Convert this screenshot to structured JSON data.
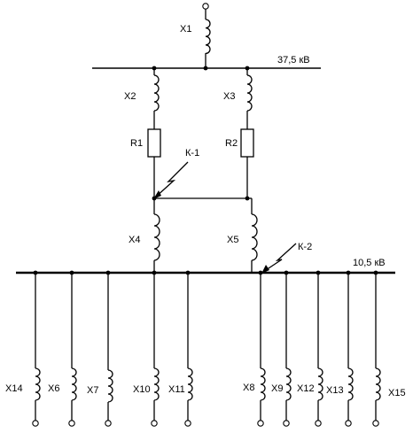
{
  "buses": {
    "hv": "37,5 кВ",
    "lv": "10,5 кВ"
  },
  "reactances": {
    "x1": "X1",
    "x2": "X2",
    "x3": "X3",
    "x4": "X4",
    "x5": "X5",
    "x6": "X6",
    "x7": "X7",
    "x8": "X8",
    "x9": "X9",
    "x10": "X10",
    "x11": "X11",
    "x12": "X12",
    "x13": "X13",
    "x14": "X14",
    "x15": "X15"
  },
  "resistances": {
    "r1": "R1",
    "r2": "R2"
  },
  "faults": {
    "k1": "К-1",
    "k2": "К-2"
  }
}
